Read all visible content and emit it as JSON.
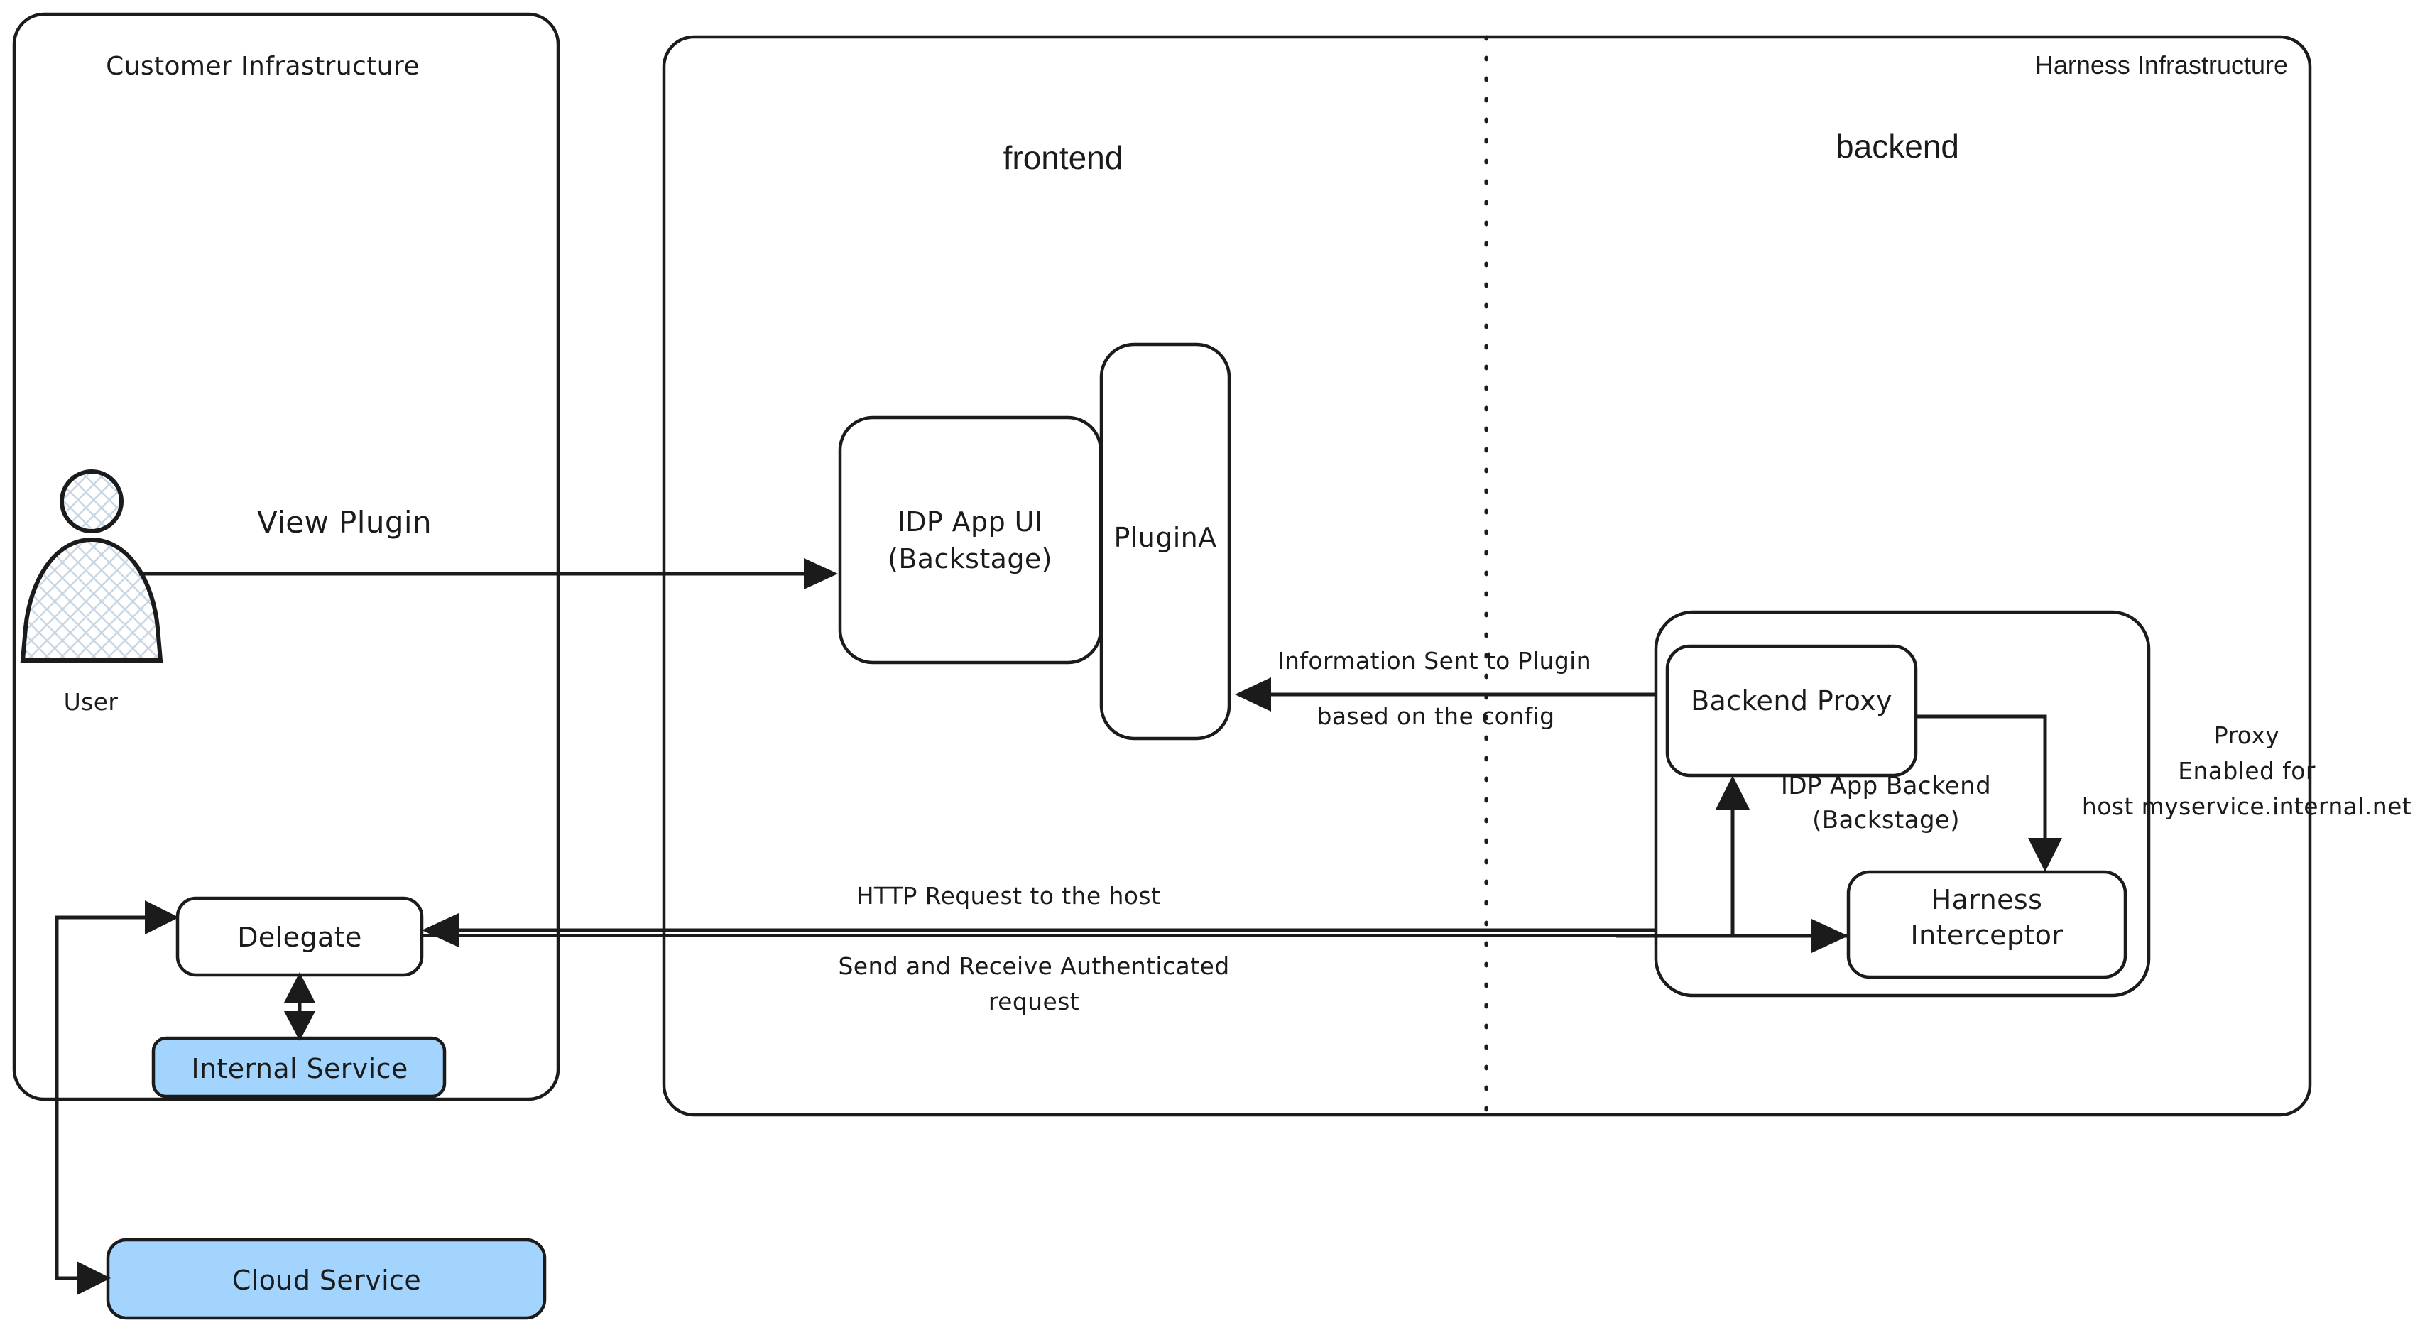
{
  "diagram": {
    "title": "IDP Plugin Proxy Architecture",
    "colors": {
      "stroke": "#1b1b1b",
      "fill": "#ffffff",
      "accent_blue": "#a3d4fd",
      "canvas": "#ffffff"
    }
  },
  "groups": {
    "customer": {
      "label": "Customer Infrastructure"
    },
    "harness": {
      "label": "Harness Infrastructure"
    }
  },
  "lanes": {
    "frontend": {
      "label": "frontend"
    },
    "backend": {
      "label": "backend"
    }
  },
  "actors": {
    "user": {
      "label": "User",
      "icon": "user-actor-icon"
    }
  },
  "nodes": {
    "idp_app_ui": {
      "line1": "IDP App UI",
      "line2": "(Backstage)"
    },
    "plugin_a": {
      "label": "PluginA"
    },
    "backend_proxy": {
      "label": "Backend Proxy"
    },
    "harness_interceptor": {
      "line1": "Harness",
      "line2": "Interceptor"
    },
    "idp_app_backend": {
      "line1": "IDP App Backend",
      "line2": "(Backstage)"
    },
    "delegate": {
      "label": "Delegate"
    },
    "internal_service": {
      "label": "Internal Service"
    },
    "cloud_service": {
      "label": "Cloud Service"
    }
  },
  "edges": {
    "view_plugin": {
      "label": "View Plugin"
    },
    "info_sent": {
      "line1": "Information Sent to Plugin",
      "line2": "based on the config"
    },
    "http_request": {
      "line1": "HTTP Request to the host",
      "line2": "Send and Receive Authenticated",
      "line3": "request"
    },
    "proxy_enabled": {
      "line1": "Proxy",
      "line2": "Enabled for",
      "line3": "host myservice.internal.net"
    }
  }
}
